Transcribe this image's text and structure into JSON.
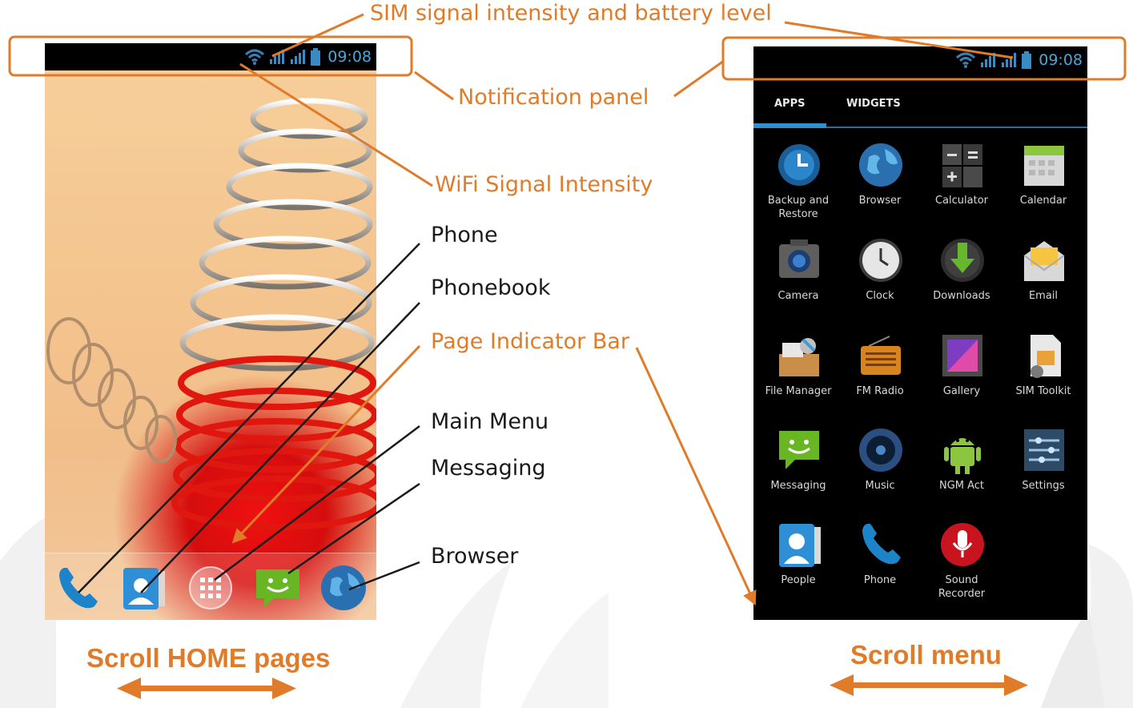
{
  "status_bar": {
    "time": "09:08"
  },
  "annotations": {
    "sim_signal_battery": "SIM signal intensity and battery level",
    "notification_panel": "Notification panel",
    "wifi_signal": "WiFi Signal Intensity",
    "phone": "Phone",
    "phonebook": "Phonebook",
    "page_indicator": "Page Indicator Bar",
    "main_menu": "Main Menu",
    "messaging": "Messaging",
    "browser": "Browser",
    "scroll_home": "Scroll HOME pages",
    "scroll_menu": "Scroll menu"
  },
  "home": {
    "dock": [
      {
        "icon": "phone-icon"
      },
      {
        "icon": "phonebook-icon"
      },
      {
        "icon": "main-menu-icon"
      },
      {
        "icon": "messaging-icon"
      },
      {
        "icon": "browser-icon"
      }
    ]
  },
  "menu": {
    "tabs": {
      "apps": "APPS",
      "widgets": "WIDGETS"
    },
    "apps": [
      {
        "label": "Backup and Restore",
        "icon": "backup-restore-icon"
      },
      {
        "label": "Browser",
        "icon": "browser-icon"
      },
      {
        "label": "Calculator",
        "icon": "calculator-icon"
      },
      {
        "label": "Calendar",
        "icon": "calendar-icon"
      },
      {
        "label": "Camera",
        "icon": "camera-icon"
      },
      {
        "label": "Clock",
        "icon": "clock-icon"
      },
      {
        "label": "Downloads",
        "icon": "downloads-icon"
      },
      {
        "label": "Email",
        "icon": "email-icon"
      },
      {
        "label": "File Manager",
        "icon": "file-manager-icon"
      },
      {
        "label": "FM Radio",
        "icon": "fm-radio-icon"
      },
      {
        "label": "Gallery",
        "icon": "gallery-icon"
      },
      {
        "label": "SIM Toolkit",
        "icon": "sim-toolkit-icon"
      },
      {
        "label": "Messaging",
        "icon": "messaging-icon"
      },
      {
        "label": "Music",
        "icon": "music-icon"
      },
      {
        "label": "NGM Act",
        "icon": "android-icon"
      },
      {
        "label": "Settings",
        "icon": "settings-icon"
      },
      {
        "label": "People",
        "icon": "people-icon"
      },
      {
        "label": "Phone",
        "icon": "phone-icon"
      },
      {
        "label": "Sound Recorder",
        "icon": "sound-recorder-icon"
      }
    ]
  },
  "colors": {
    "annotation": "#e07b2a",
    "status_time": "#4aa6d8",
    "tab_accent": "#2f8fd0"
  }
}
